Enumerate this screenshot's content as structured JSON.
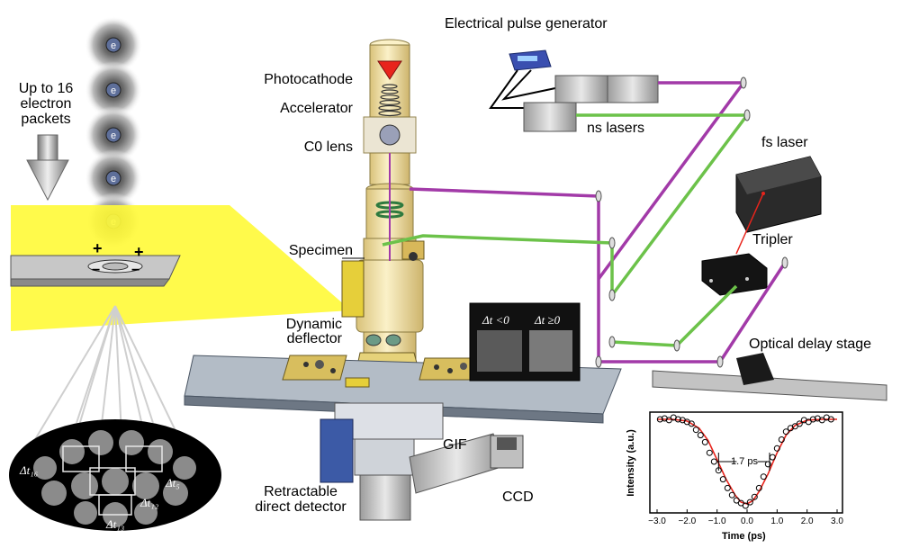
{
  "labels": {
    "electron_packets_line1": "Up to 16",
    "electron_packets_line2": "electron",
    "electron_packets_line3": "packets",
    "photocathode": "Photocathode",
    "accelerator": "Accelerator",
    "c0_lens": "C0 lens",
    "specimen": "Specimen",
    "dynamic_deflector_line1": "Dynamic",
    "dynamic_deflector_line2": "deflector",
    "electrical_pulse_generator": "Electrical pulse generator",
    "ns_lasers": "ns lasers",
    "fs_laser": "fs laser",
    "tripler": "Tripler",
    "optical_delay_stage": "Optical delay stage",
    "gif": "GIF",
    "ccd": "CCD",
    "retractable_line1": "Retractable",
    "retractable_line2": "direct detector",
    "electron_symbol": "e",
    "plus": "+",
    "minus": "−"
  },
  "monitor": {
    "left_label": "Δt <0",
    "right_label": "Δt ≥0"
  },
  "frames": {
    "dt16": "Δt₁₆",
    "dt5": "Δt₅",
    "dt12": "Δt₁₂",
    "dt13": "Δt₁₃"
  },
  "colors": {
    "beam_yellow": "#fffa3c",
    "purple_laser": "#a23aa8",
    "green_laser": "#6cc24a",
    "column": "#f1e3a8",
    "detector_blue": "#3c5aa6",
    "fit_line": "#e8241c"
  },
  "chart_data": {
    "type": "scatter",
    "title": "",
    "xlabel": "Time (ps)",
    "ylabel": "Intensity (a.u.)",
    "xlim": [
      -3.0,
      3.0
    ],
    "xticks": [
      "−3.0",
      "−2.0",
      "−1.0",
      "0.0",
      "1.0",
      "2.0",
      "3.0"
    ],
    "grid": false,
    "annotation": "1.7 ps",
    "series": [
      {
        "marker": "open-circle",
        "x": [
          -2.9,
          -2.75,
          -2.6,
          -2.45,
          -2.3,
          -2.15,
          -2.0,
          -1.85,
          -1.7,
          -1.55,
          -1.4,
          -1.25,
          -1.1,
          -0.95,
          -0.8,
          -0.65,
          -0.5,
          -0.35,
          -0.2,
          -0.05,
          0.1,
          0.25,
          0.4,
          0.55,
          0.7,
          0.85,
          1.0,
          1.15,
          1.3,
          1.45,
          1.6,
          1.75,
          1.9,
          2.05,
          2.2,
          2.35,
          2.5,
          2.65,
          2.8
        ],
        "y": [
          0.98,
          0.99,
          0.97,
          1.0,
          0.98,
          0.97,
          0.95,
          0.93,
          0.86,
          0.8,
          0.72,
          0.6,
          0.5,
          0.4,
          0.3,
          0.2,
          0.12,
          0.06,
          0.03,
          0.0,
          0.04,
          0.1,
          0.2,
          0.33,
          0.47,
          0.55,
          0.65,
          0.75,
          0.84,
          0.88,
          0.9,
          0.93,
          0.97,
          0.95,
          0.98,
          0.99,
          0.97,
          1.0,
          0.98
        ]
      },
      {
        "marker": "line",
        "x": [
          -3.0,
          -2.5,
          -2.0,
          -1.6,
          -1.3,
          -1.0,
          -0.7,
          -0.4,
          -0.2,
          0.0,
          0.2,
          0.4,
          0.7,
          1.0,
          1.3,
          1.6,
          2.0,
          2.5,
          3.0
        ],
        "y": [
          0.98,
          0.98,
          0.96,
          0.88,
          0.74,
          0.52,
          0.3,
          0.12,
          0.04,
          0.02,
          0.06,
          0.16,
          0.36,
          0.6,
          0.8,
          0.91,
          0.97,
          0.98,
          0.98
        ]
      }
    ]
  }
}
